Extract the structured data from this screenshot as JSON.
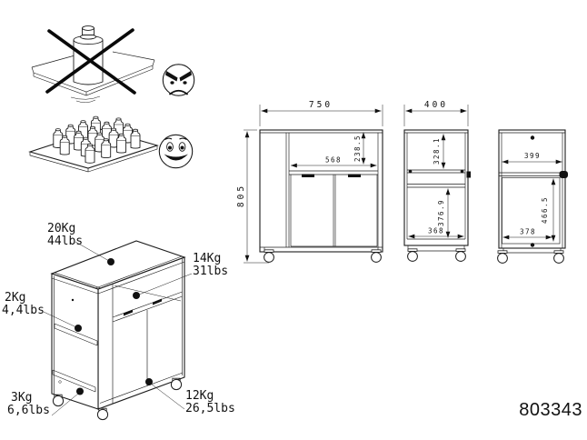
{
  "part_number": "803343",
  "load_limits": {
    "top_surface": {
      "kg": "20Kg",
      "lbs": "44lbs"
    },
    "microwave_shelf": {
      "kg": "14Kg",
      "lbs": "31lbs"
    },
    "side_shelf": {
      "kg": "2Kg",
      "lbs": "4,4lbs"
    },
    "bottom_shelf": {
      "kg": "3Kg",
      "lbs": "6,6lbs"
    },
    "cabinet": {
      "kg": "12Kg",
      "lbs": "26,5lbs"
    }
  },
  "dimensions": {
    "front_view": {
      "overall_width": "750",
      "overall_height": "805",
      "niche_width": "568",
      "niche_height": "238.5"
    },
    "side_view": {
      "depth": "400",
      "upper_inner_height": "328.1",
      "lower_inner_height": "376.9",
      "inner_depth": "368"
    },
    "rear_view": {
      "upper_panel_width": "399",
      "door_height": "466.5",
      "door_width": "378"
    }
  }
}
